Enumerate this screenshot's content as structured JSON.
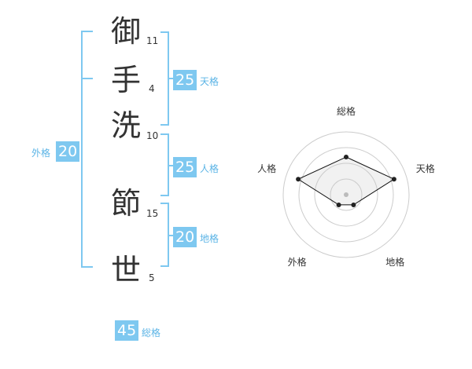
{
  "name": {
    "chars": [
      {
        "char": "御",
        "strokes": "11"
      },
      {
        "char": "手",
        "strokes": "4"
      },
      {
        "char": "洗",
        "strokes": "10"
      },
      {
        "char": "節",
        "strokes": "15"
      },
      {
        "char": "世",
        "strokes": "5"
      }
    ]
  },
  "kakusu": {
    "tenkaku": {
      "value": "25",
      "label": "天格"
    },
    "jinkaku": {
      "value": "25",
      "label": "人格"
    },
    "chikaku": {
      "value": "20",
      "label": "地格"
    },
    "gaikaku": {
      "value": "20",
      "label": "外格"
    },
    "soukaku": {
      "value": "45",
      "label": "総格"
    }
  },
  "colors": {
    "accent": "#7ec8f0",
    "label": "#5bb4e6",
    "bracket": "#7ec8f0"
  },
  "chart_data": {
    "type": "radar",
    "axes": [
      "総格",
      "天格",
      "地格",
      "外格",
      "人格"
    ],
    "values": [
      3,
      4,
      1,
      1,
      4
    ],
    "rmax": 5,
    "rings": 4
  }
}
